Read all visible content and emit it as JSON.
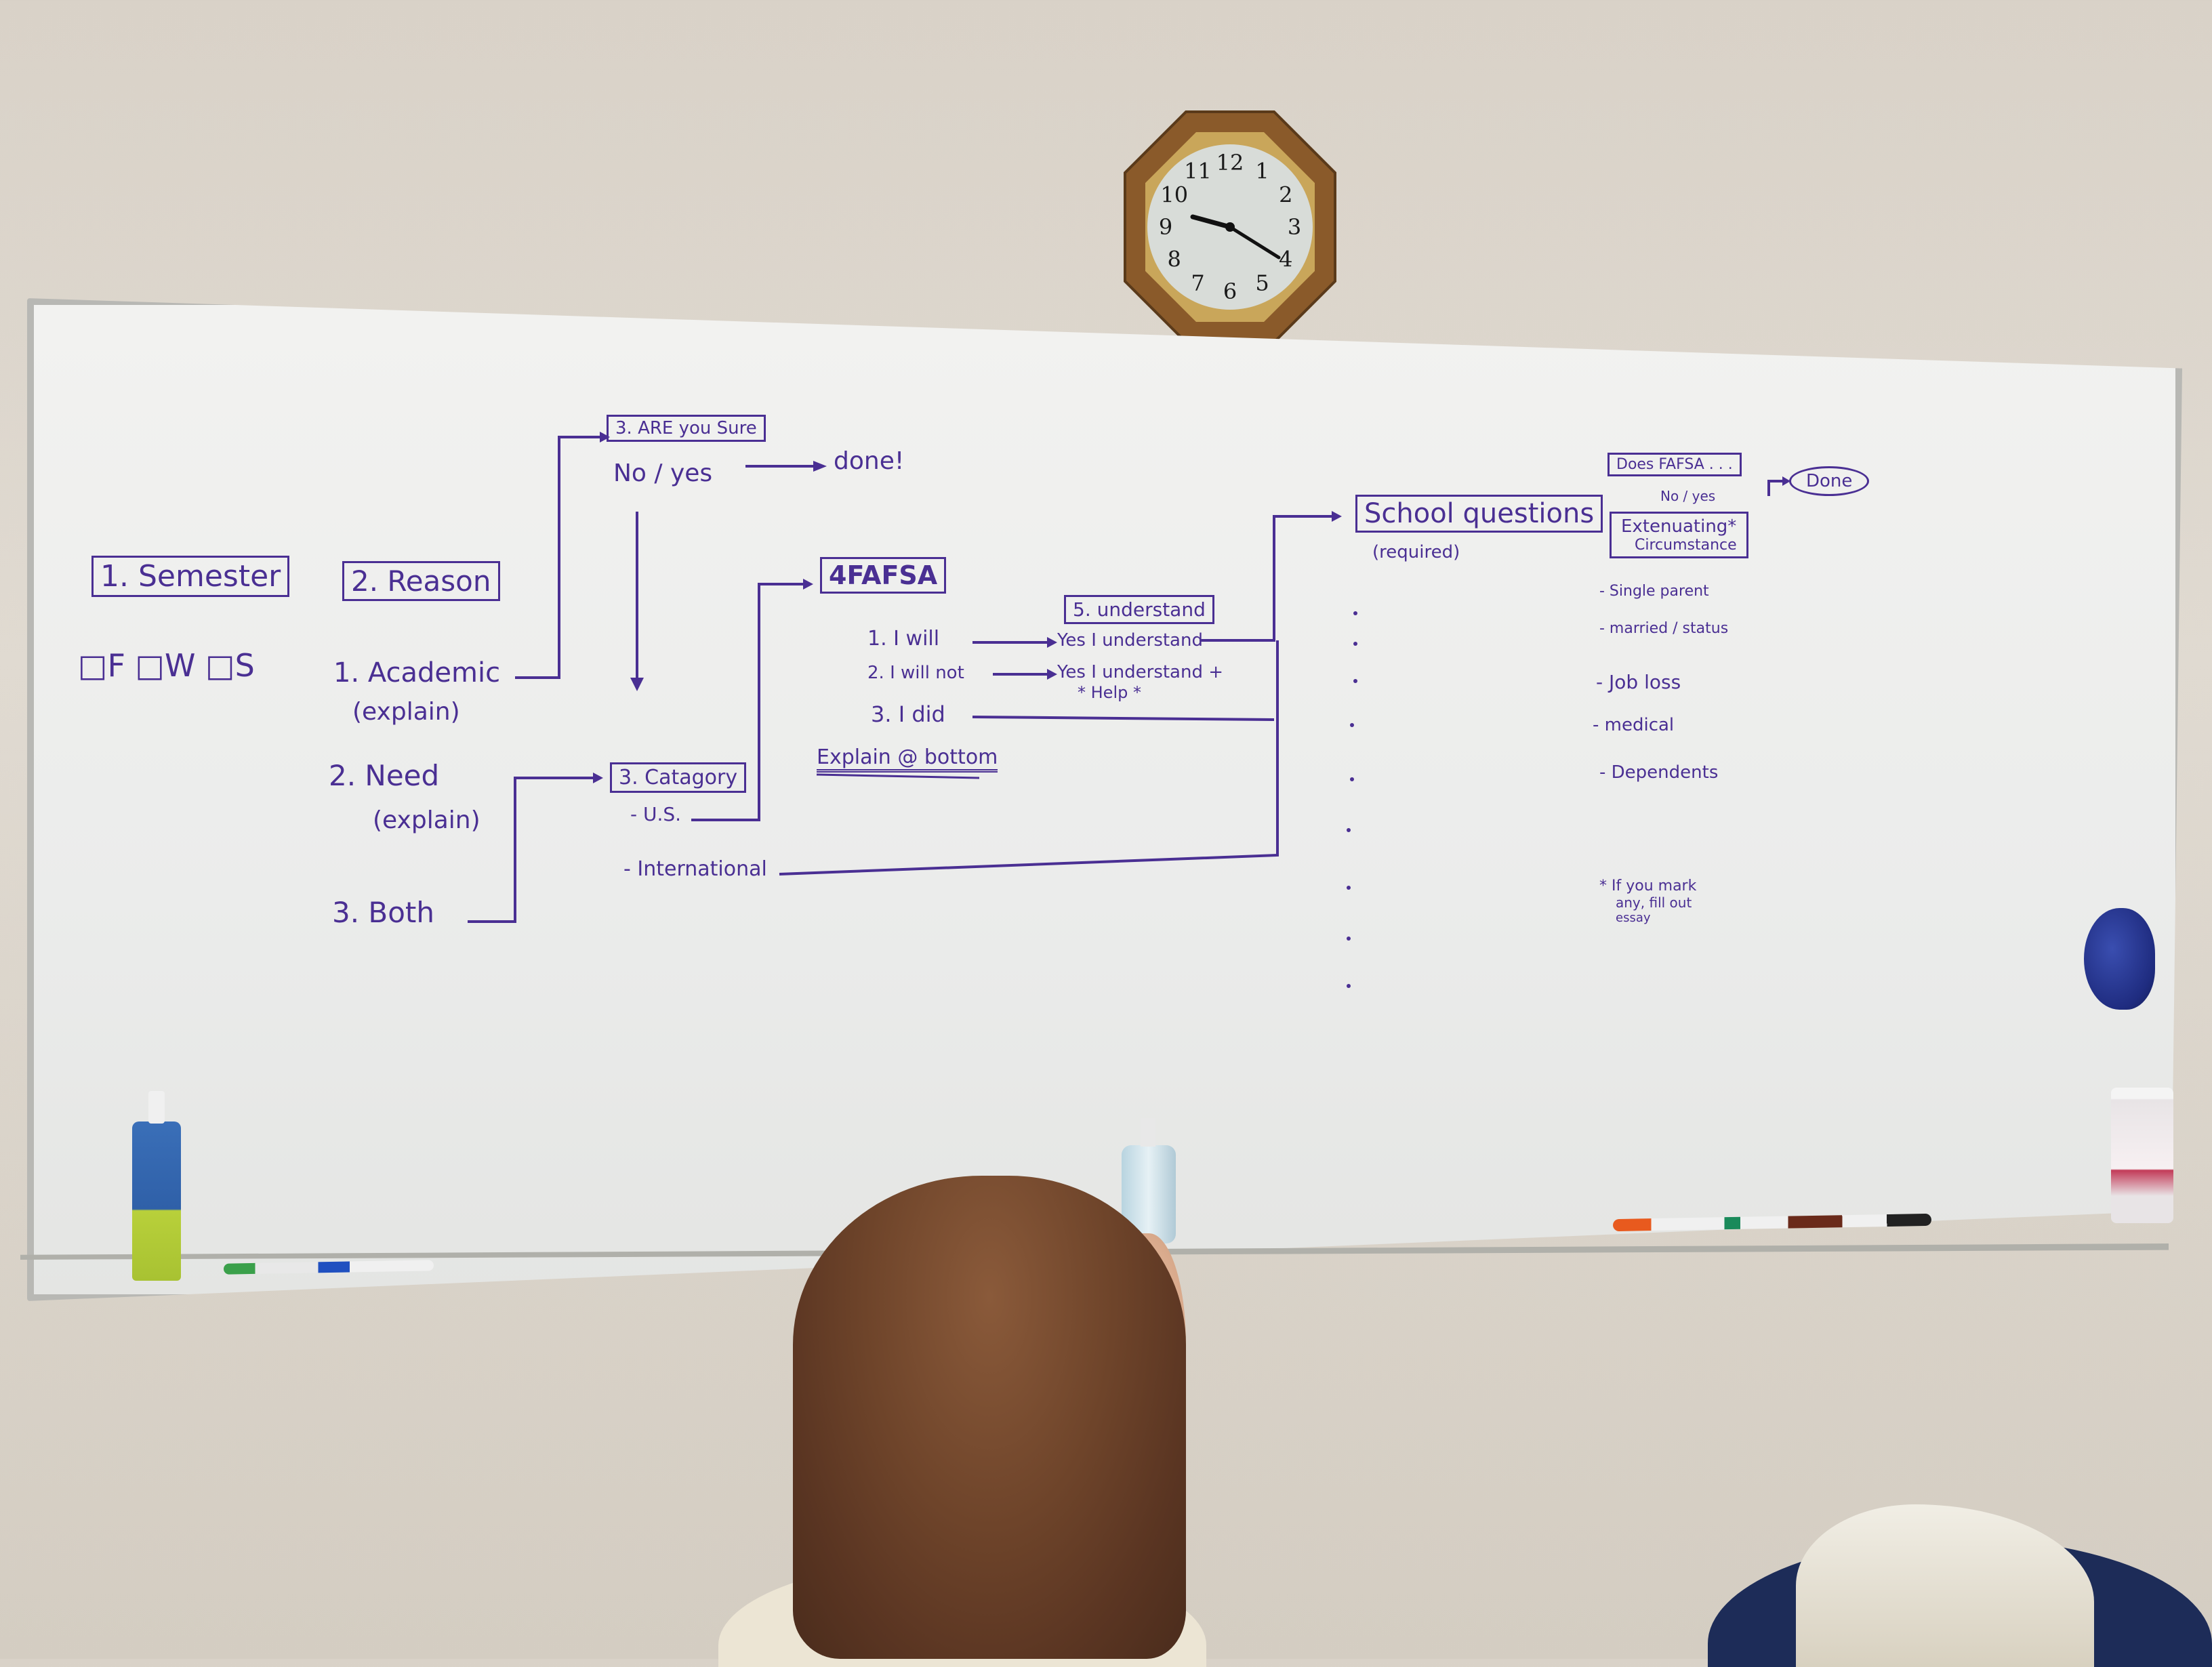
{
  "clock": {
    "numerals": [
      "12",
      "1",
      "2",
      "3",
      "4",
      "5",
      "6",
      "7",
      "8",
      "9",
      "10",
      "11"
    ],
    "face_color": "#d8dcd8",
    "frame_color": "#8a5a2a"
  },
  "ink_color": "#4a2f93",
  "board": {
    "step1": {
      "title": "1. Semester",
      "options": "□F □W □S"
    },
    "step2": {
      "title": "2. Reason",
      "items": [
        {
          "label": "1. Academic",
          "note": "(explain)"
        },
        {
          "label": "2. Need",
          "note": "(explain)"
        },
        {
          "label": "3. Both",
          "note": ""
        }
      ]
    },
    "are_you_sure": {
      "title": "3. ARE you Sure",
      "choice": "No / yes",
      "result": "done!"
    },
    "category": {
      "title": "3. Catagory",
      "us": "- U.S.",
      "international": "- International"
    },
    "fafsa": {
      "title": "4FAFSA",
      "options": [
        "1. I will",
        "2. I will not",
        "3. I did"
      ],
      "explain": "Explain @ bottom"
    },
    "understand": {
      "title": "5. understand",
      "line1": "Yes I understand",
      "line2": "Yes I understand +",
      "line3": "* Help *"
    },
    "school_questions": {
      "title": "School questions",
      "sub": "(required)"
    },
    "does_fafsa": {
      "title": "Does FAFSA . . .",
      "choice": "No / yes",
      "result": "Done"
    },
    "extenuating": {
      "title": "Extenuating*",
      "title2": "Circumstance",
      "items": [
        "- Single parent",
        "- married / status",
        "- Job loss",
        "- medical",
        "- Dependents"
      ],
      "note": [
        "* If you mark",
        "any, fill out",
        "essay"
      ]
    }
  }
}
